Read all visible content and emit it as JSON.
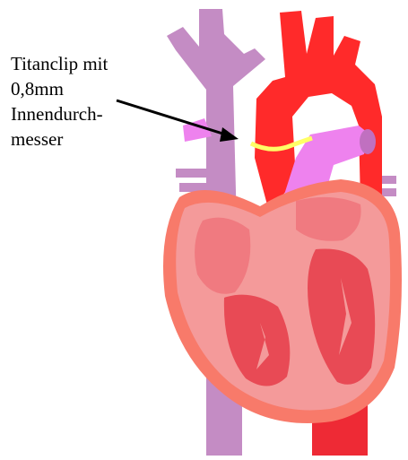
{
  "annotation": {
    "lines": [
      "Titanclip mit",
      "0,8mm",
      "Innendurch-",
      "messer"
    ]
  },
  "colors": {
    "vena_cava": "#c48cc4",
    "aorta": "#ff2a2a",
    "pulmonary_artery": "#ee82ee",
    "clip": "#ffff66",
    "heart_outer": "#f87a6a",
    "heart_inner": "#f49a9a",
    "chamber": "#e84a55",
    "arrow": "#000000"
  }
}
